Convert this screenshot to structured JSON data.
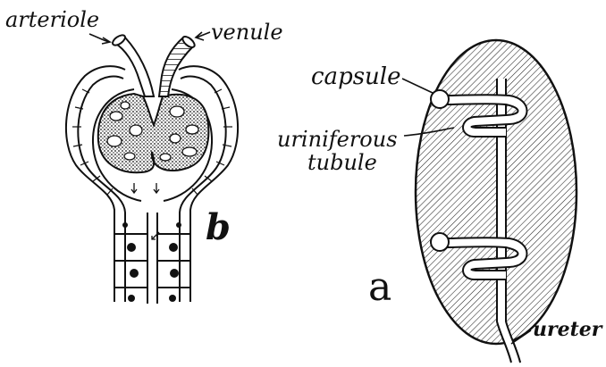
{
  "labels": {
    "arteriole": "arteriole",
    "venule": "venule",
    "capsule": "capsule",
    "uriniferous_line1": "uriniferous",
    "uriniferous_line2": "tubule",
    "ureter": "ureter",
    "panel_a": "a",
    "panel_b": "b"
  },
  "colors": {
    "ink": "#111111",
    "kidney_fill": "#ffffff",
    "hatch": "#222222",
    "paper": "#ffffff"
  }
}
